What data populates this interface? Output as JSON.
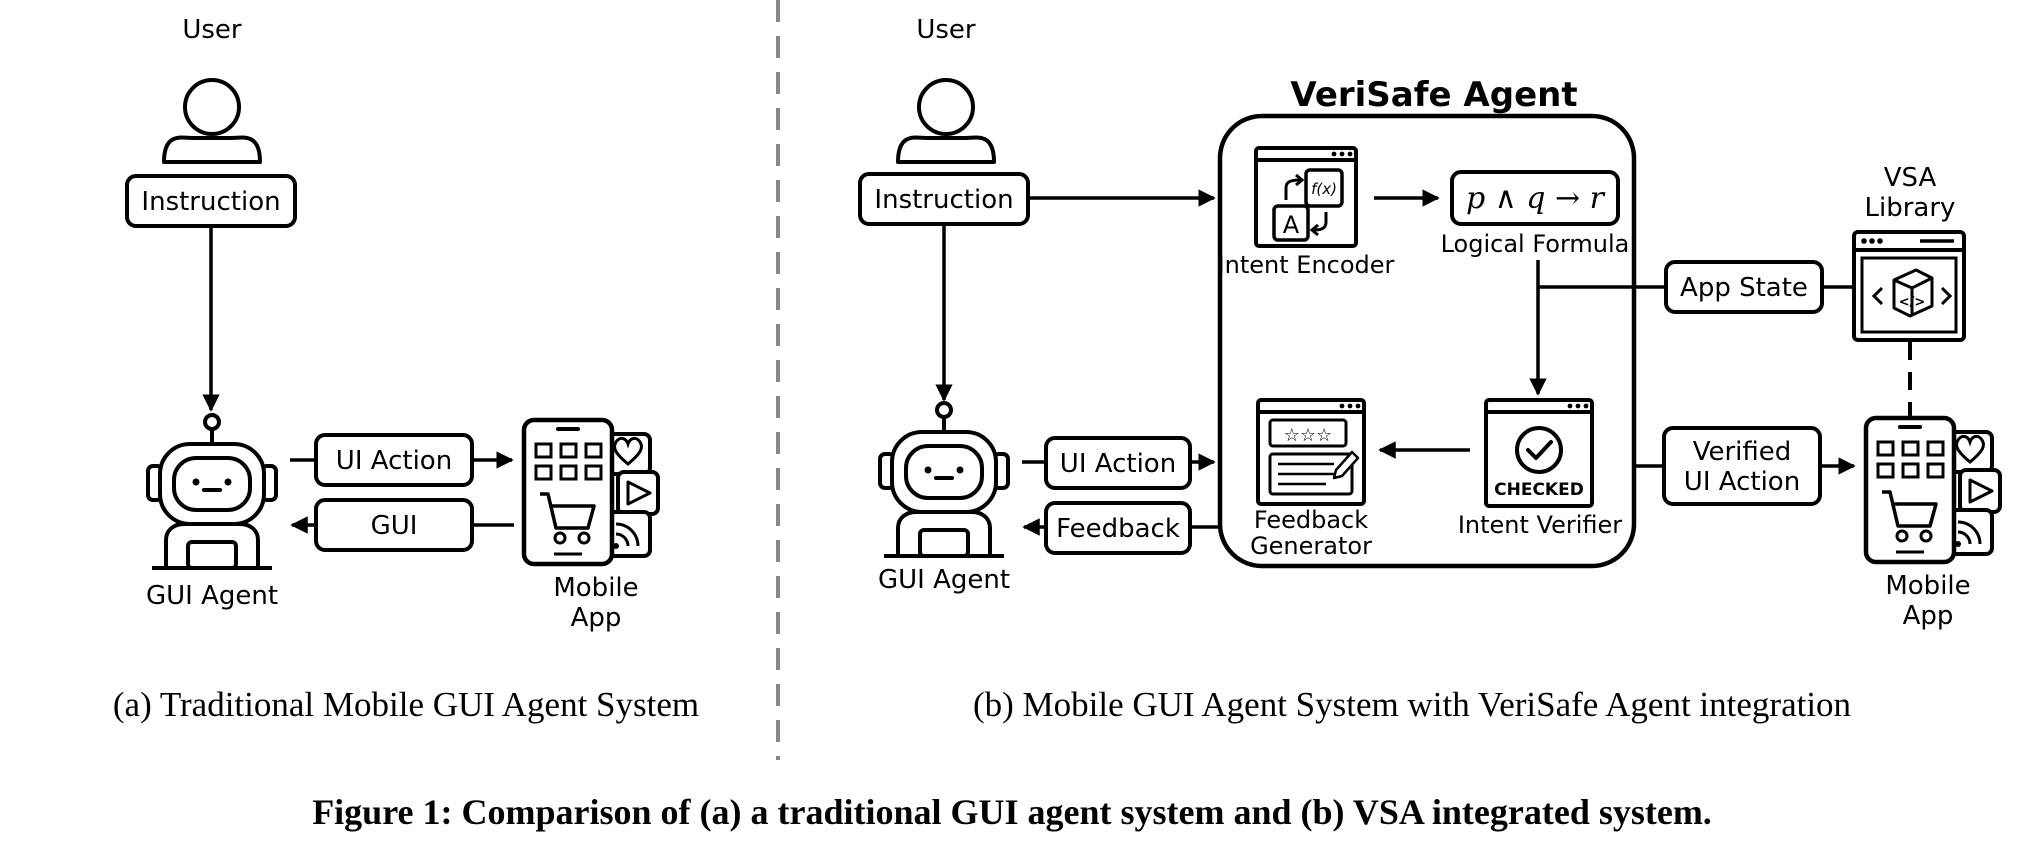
{
  "panel_a": {
    "user_label": "User",
    "instruction_label": "Instruction",
    "ui_action_label": "UI Action",
    "gui_label": "GUI",
    "gui_agent_label": "GUI Agent",
    "mobile_app_line1": "Mobile",
    "mobile_app_line2": "App",
    "caption": "(a) Traditional Mobile GUI Agent System"
  },
  "panel_b": {
    "user_label": "User",
    "instruction_label": "Instruction",
    "ui_action_label": "UI Action",
    "feedback_label": "Feedback",
    "gui_agent_label": "GUI Agent",
    "verisafe_title": "VeriSafe Agent",
    "intent_encoder_label": "Intent Encoder",
    "encoder_icon_func": "f(x)",
    "encoder_icon_letter": "A",
    "formula_text": "p ∧ q → r",
    "logical_formula_label": "Logical Formula",
    "feedback_generator_line1": "Feedback",
    "feedback_generator_line2": "Generator",
    "checked_label": "CHECKED",
    "intent_verifier_label": "Intent Verifier",
    "app_state_label": "App State",
    "vsa_library_line1": "VSA",
    "vsa_library_line2": "Library",
    "verified_line1": "Verified",
    "verified_line2": "UI Action",
    "mobile_app_line1": "Mobile",
    "mobile_app_line2": "App",
    "caption": "(b) Mobile GUI Agent System with VeriSafe Agent integration"
  },
  "figure_caption": "Figure 1: Comparison of (a) a traditional GUI agent system and (b) VSA integrated system."
}
